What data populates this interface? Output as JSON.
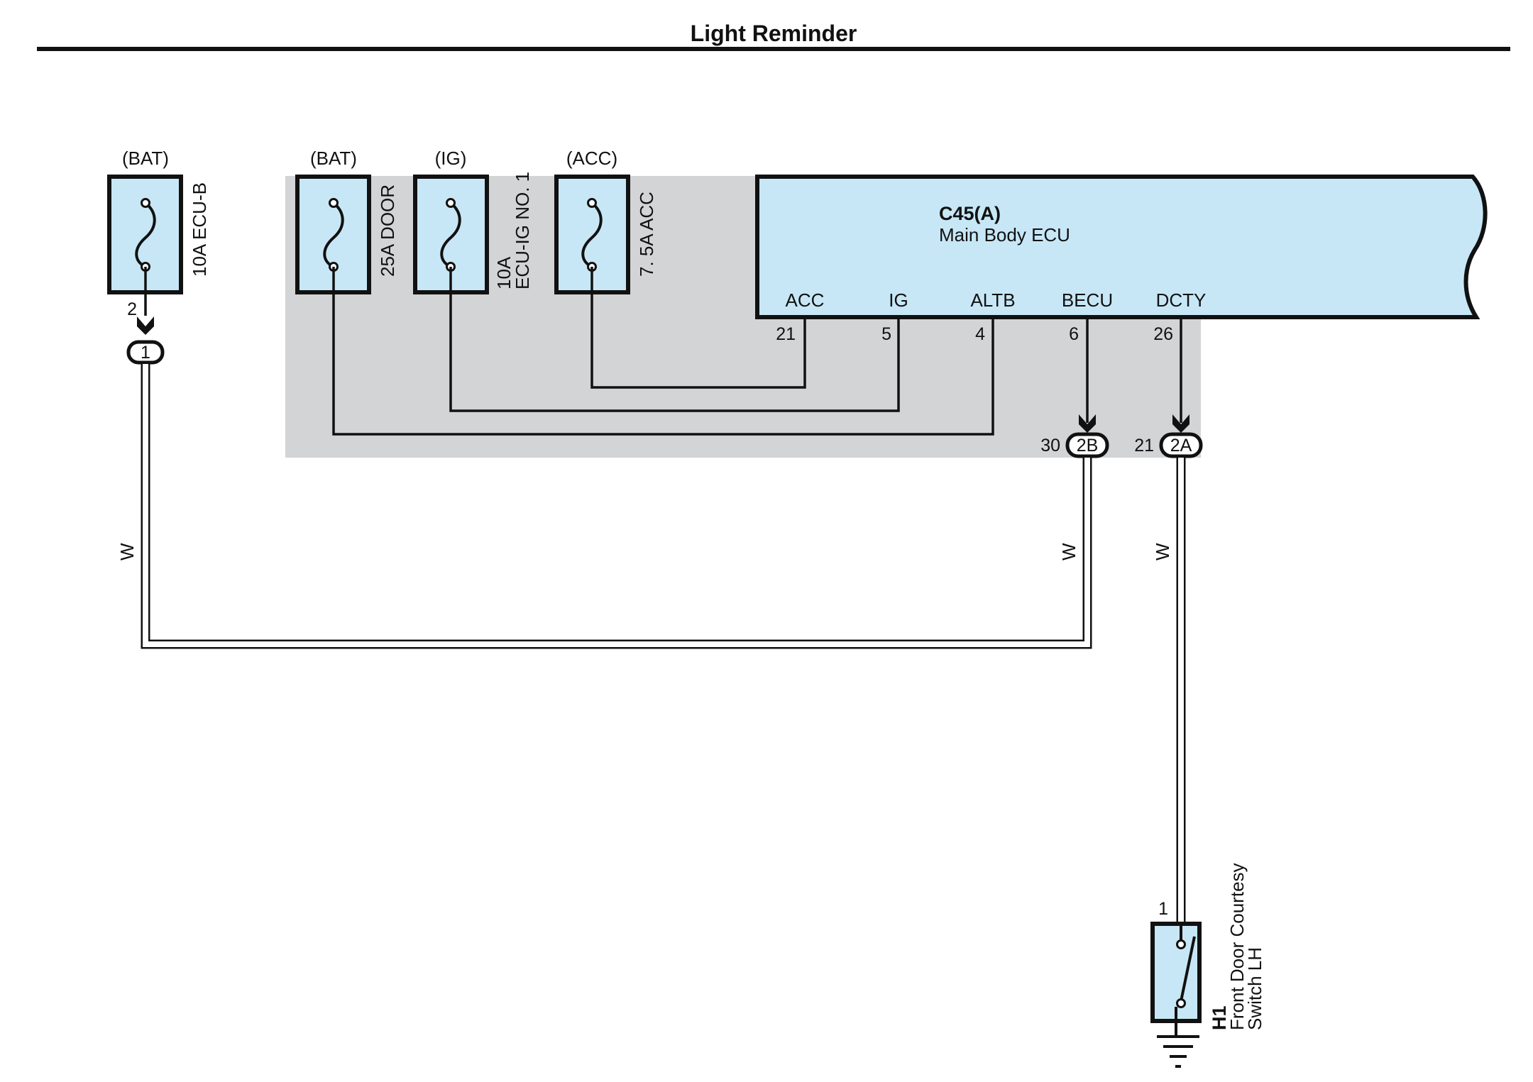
{
  "title": "Light Reminder",
  "colors": {
    "component_fill": "#c7e7f6",
    "junction_block_fill": "#d3d4d6",
    "line": "#111111"
  },
  "fuses": [
    {
      "source": "(BAT)",
      "name": "10A ECU-B"
    },
    {
      "source": "(BAT)",
      "name": "25A DOOR"
    },
    {
      "source": "(IG)",
      "name_line1": "10A",
      "name_line2": "ECU-IG NO. 1"
    },
    {
      "source": "(ACC)",
      "name": "7. 5A ACC"
    }
  ],
  "ecu": {
    "code": "C45(A)",
    "name": "Main Body ECU",
    "terminals": [
      {
        "name": "ACC",
        "pin": "21"
      },
      {
        "name": "IG",
        "pin": "5"
      },
      {
        "name": "ALTB",
        "pin": "4"
      },
      {
        "name": "BECU",
        "pin": "6"
      },
      {
        "name": "DCTY",
        "pin": "26"
      }
    ]
  },
  "connectors": [
    {
      "id": "1",
      "pin": "2"
    },
    {
      "id": "2B",
      "pin": "30"
    },
    {
      "id": "2A",
      "pin": "21"
    }
  ],
  "wires": [
    {
      "color": "W"
    },
    {
      "color": "W"
    },
    {
      "color": "W"
    }
  ],
  "switch": {
    "code": "H1",
    "name_line1": "Front Door Courtesy",
    "name_line2": "Switch LH",
    "pin": "1",
    "icon": "ground-icon"
  }
}
